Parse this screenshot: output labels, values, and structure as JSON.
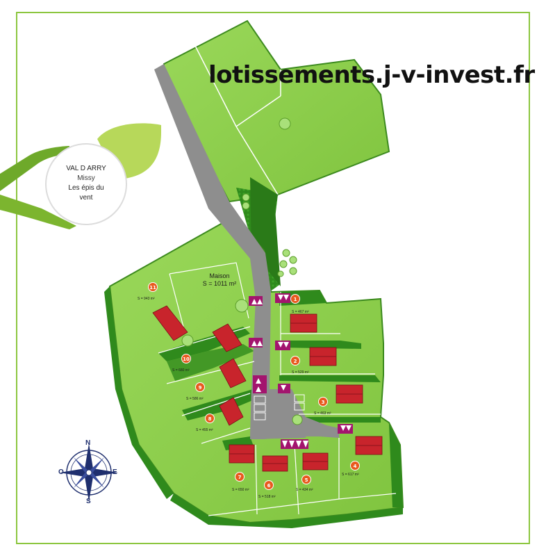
{
  "site": {
    "url": "lotissements.j-v-invest.fr"
  },
  "logo": {
    "line1": "VAL D ARRY",
    "line2": "Missy",
    "line3": "Les épis du",
    "line4": "vent"
  },
  "maison": {
    "label": "Maison",
    "area": "S = 1011 m²"
  },
  "lots": [
    {
      "num": "1",
      "area": "S = 467 m²"
    },
    {
      "num": "2",
      "area": "S = 529 m²"
    },
    {
      "num": "3",
      "area": "S = 463 m²"
    },
    {
      "num": "4",
      "area": "S = 617 m²"
    },
    {
      "num": "5",
      "area": "S = 434 m²"
    },
    {
      "num": "6",
      "area": "S = 518 m²"
    },
    {
      "num": "7",
      "area": "S = 650 m²"
    },
    {
      "num": "8",
      "area": "S = 455 m²"
    },
    {
      "num": "9",
      "area": "S = 586 m²"
    },
    {
      "num": "10",
      "area": "S = 680 m²"
    },
    {
      "num": "11",
      "area": "S = 943 m²"
    }
  ],
  "compass": {
    "n": "N",
    "s": "S",
    "e": "E",
    "o": "O"
  },
  "colors": {
    "grass": "#8cd14a",
    "hedge": "#2f8a1c",
    "road": "#8e8e8e",
    "roof": "#c8242c",
    "lot_marker": "#e85a1e",
    "parking": "#a3146e",
    "logo_green": "#8bbb2e"
  }
}
